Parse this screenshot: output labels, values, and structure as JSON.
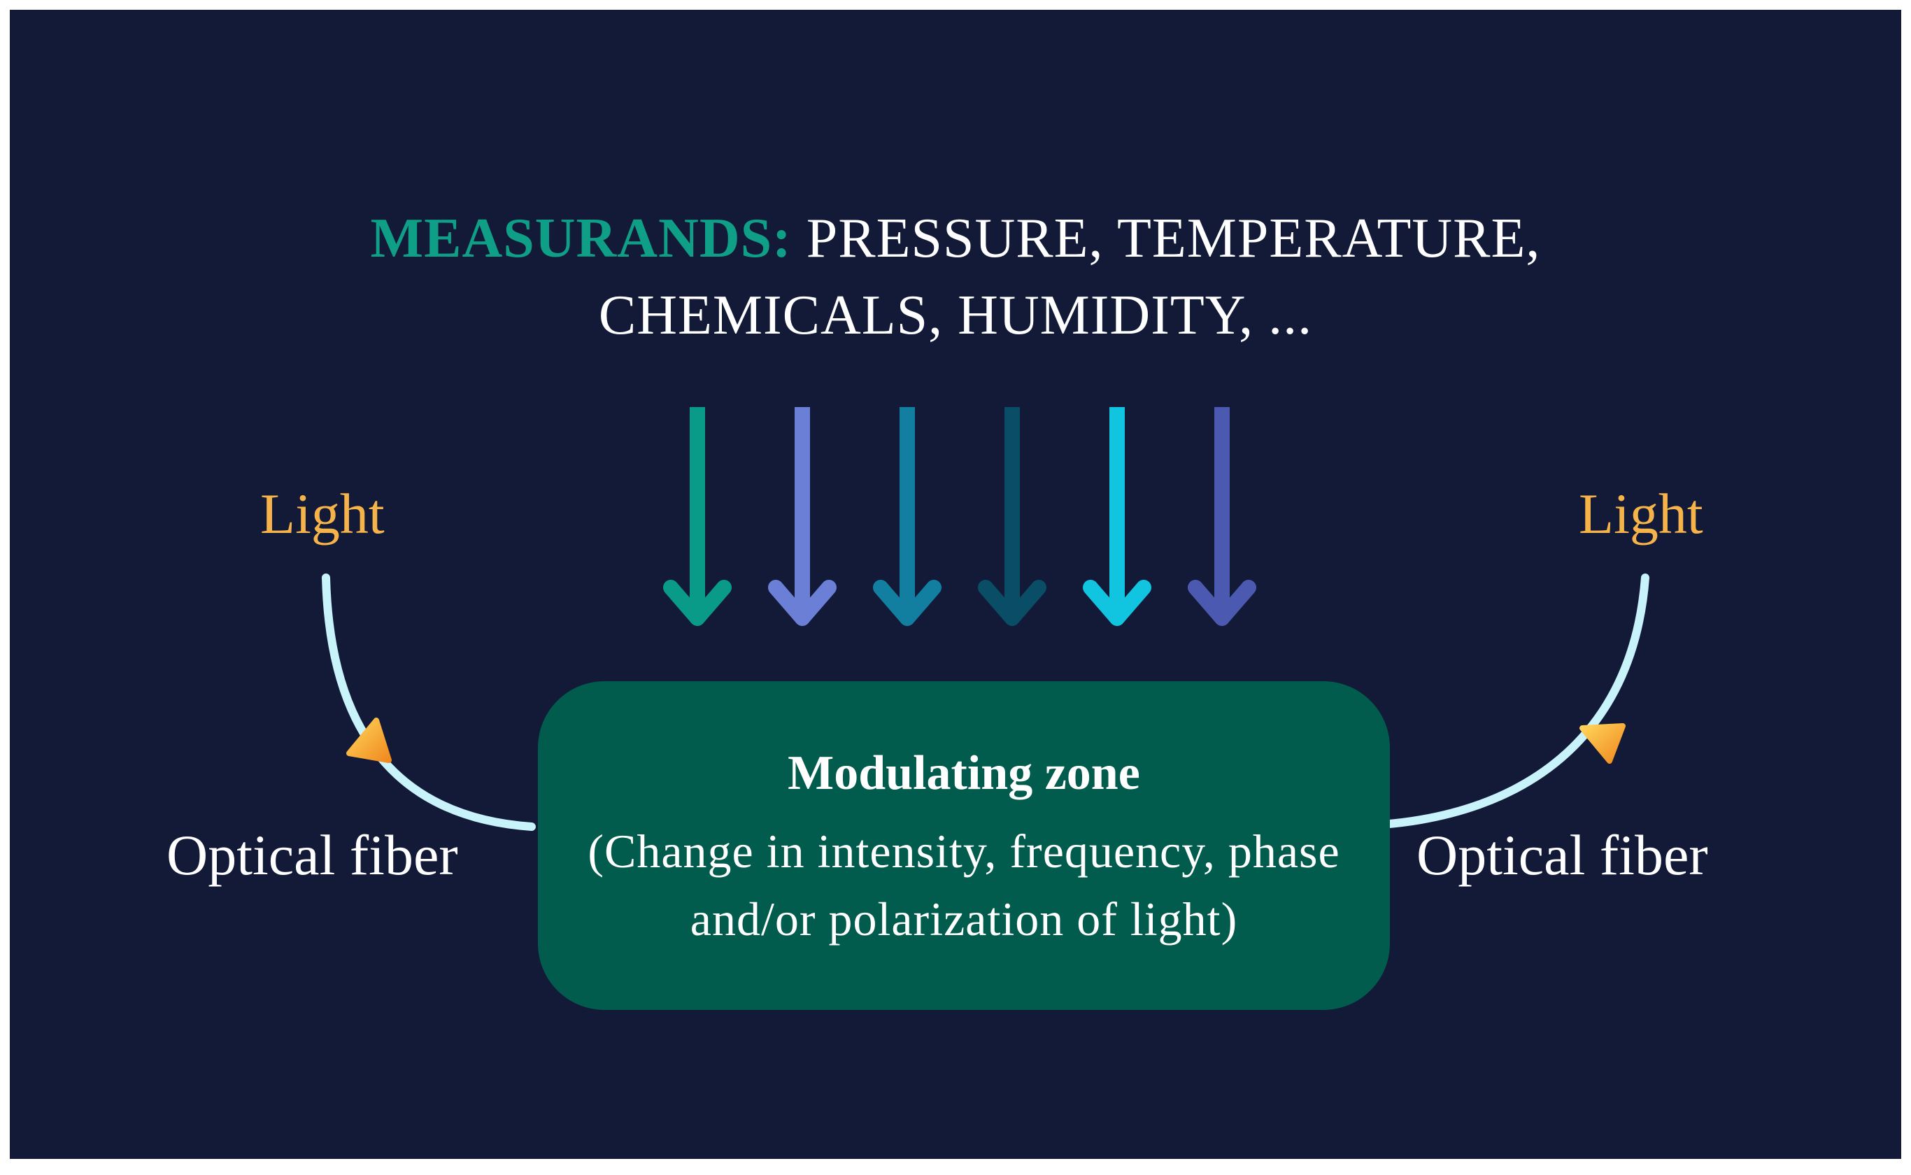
{
  "header": {
    "keyword": "MEASURANDS:",
    "line1_rest": " PRESSURE, TEMPERATURE,",
    "line2": "CHEMICALS, HUMIDITY, ..."
  },
  "arrows": {
    "colors": [
      "#0a9b88",
      "#6b7fd6",
      "#127fa0",
      "#0a4d66",
      "#11c4e0",
      "#4b5ab0"
    ]
  },
  "left": {
    "light_label": "Light",
    "fiber_label": "Optical fiber"
  },
  "right": {
    "light_label": "Light",
    "fiber_label": "Optical fiber"
  },
  "zone": {
    "title": "Modulating zone",
    "desc_line1": "(Change in intensity, frequency, phase",
    "desc_line2": "and/or polarization of light)"
  },
  "colors": {
    "background": "#121a38",
    "zone_fill": "#025c4d",
    "fiber": "#c8f3fb",
    "light_text": "#f5b34a",
    "keyword": "#0f9e86",
    "flow_arrow": "#f7a92e"
  }
}
